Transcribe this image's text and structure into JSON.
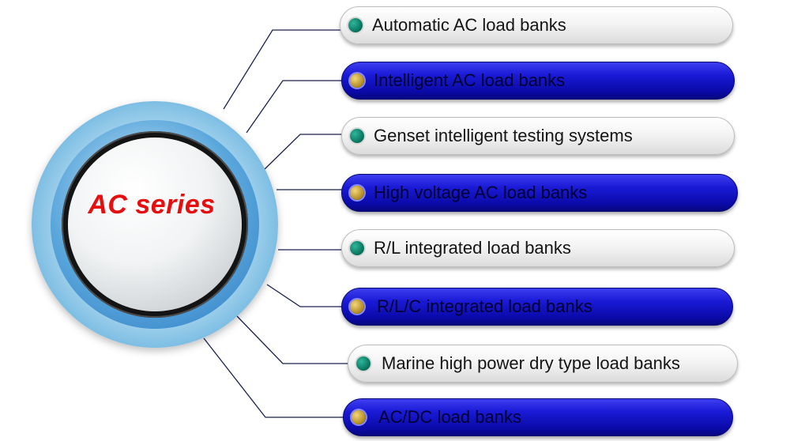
{
  "hub": {
    "label": "AC series"
  },
  "items": [
    {
      "label": "Automatic AC load banks",
      "style": "light"
    },
    {
      "label": "Intelligent AC load banks",
      "style": "dark"
    },
    {
      "label": "Genset intelligent testing systems",
      "style": "light"
    },
    {
      "label": "High voltage AC load banks",
      "style": "dark"
    },
    {
      "label": "R/L integrated load banks",
      "style": "light"
    },
    {
      "label": "R/L/C integrated load banks",
      "style": "dark"
    },
    {
      "label": "Marine high power dry type load banks",
      "style": "light"
    },
    {
      "label": "AC/DC load banks",
      "style": "dark"
    }
  ],
  "colors": {
    "hub_label": "#e60f0f",
    "pill_dark": "#1a1ad6",
    "pill_light": "#f4f4f4",
    "dot_light": "#0b7a64",
    "dot_dark": "#b9922c",
    "connector": "#1a2050"
  }
}
